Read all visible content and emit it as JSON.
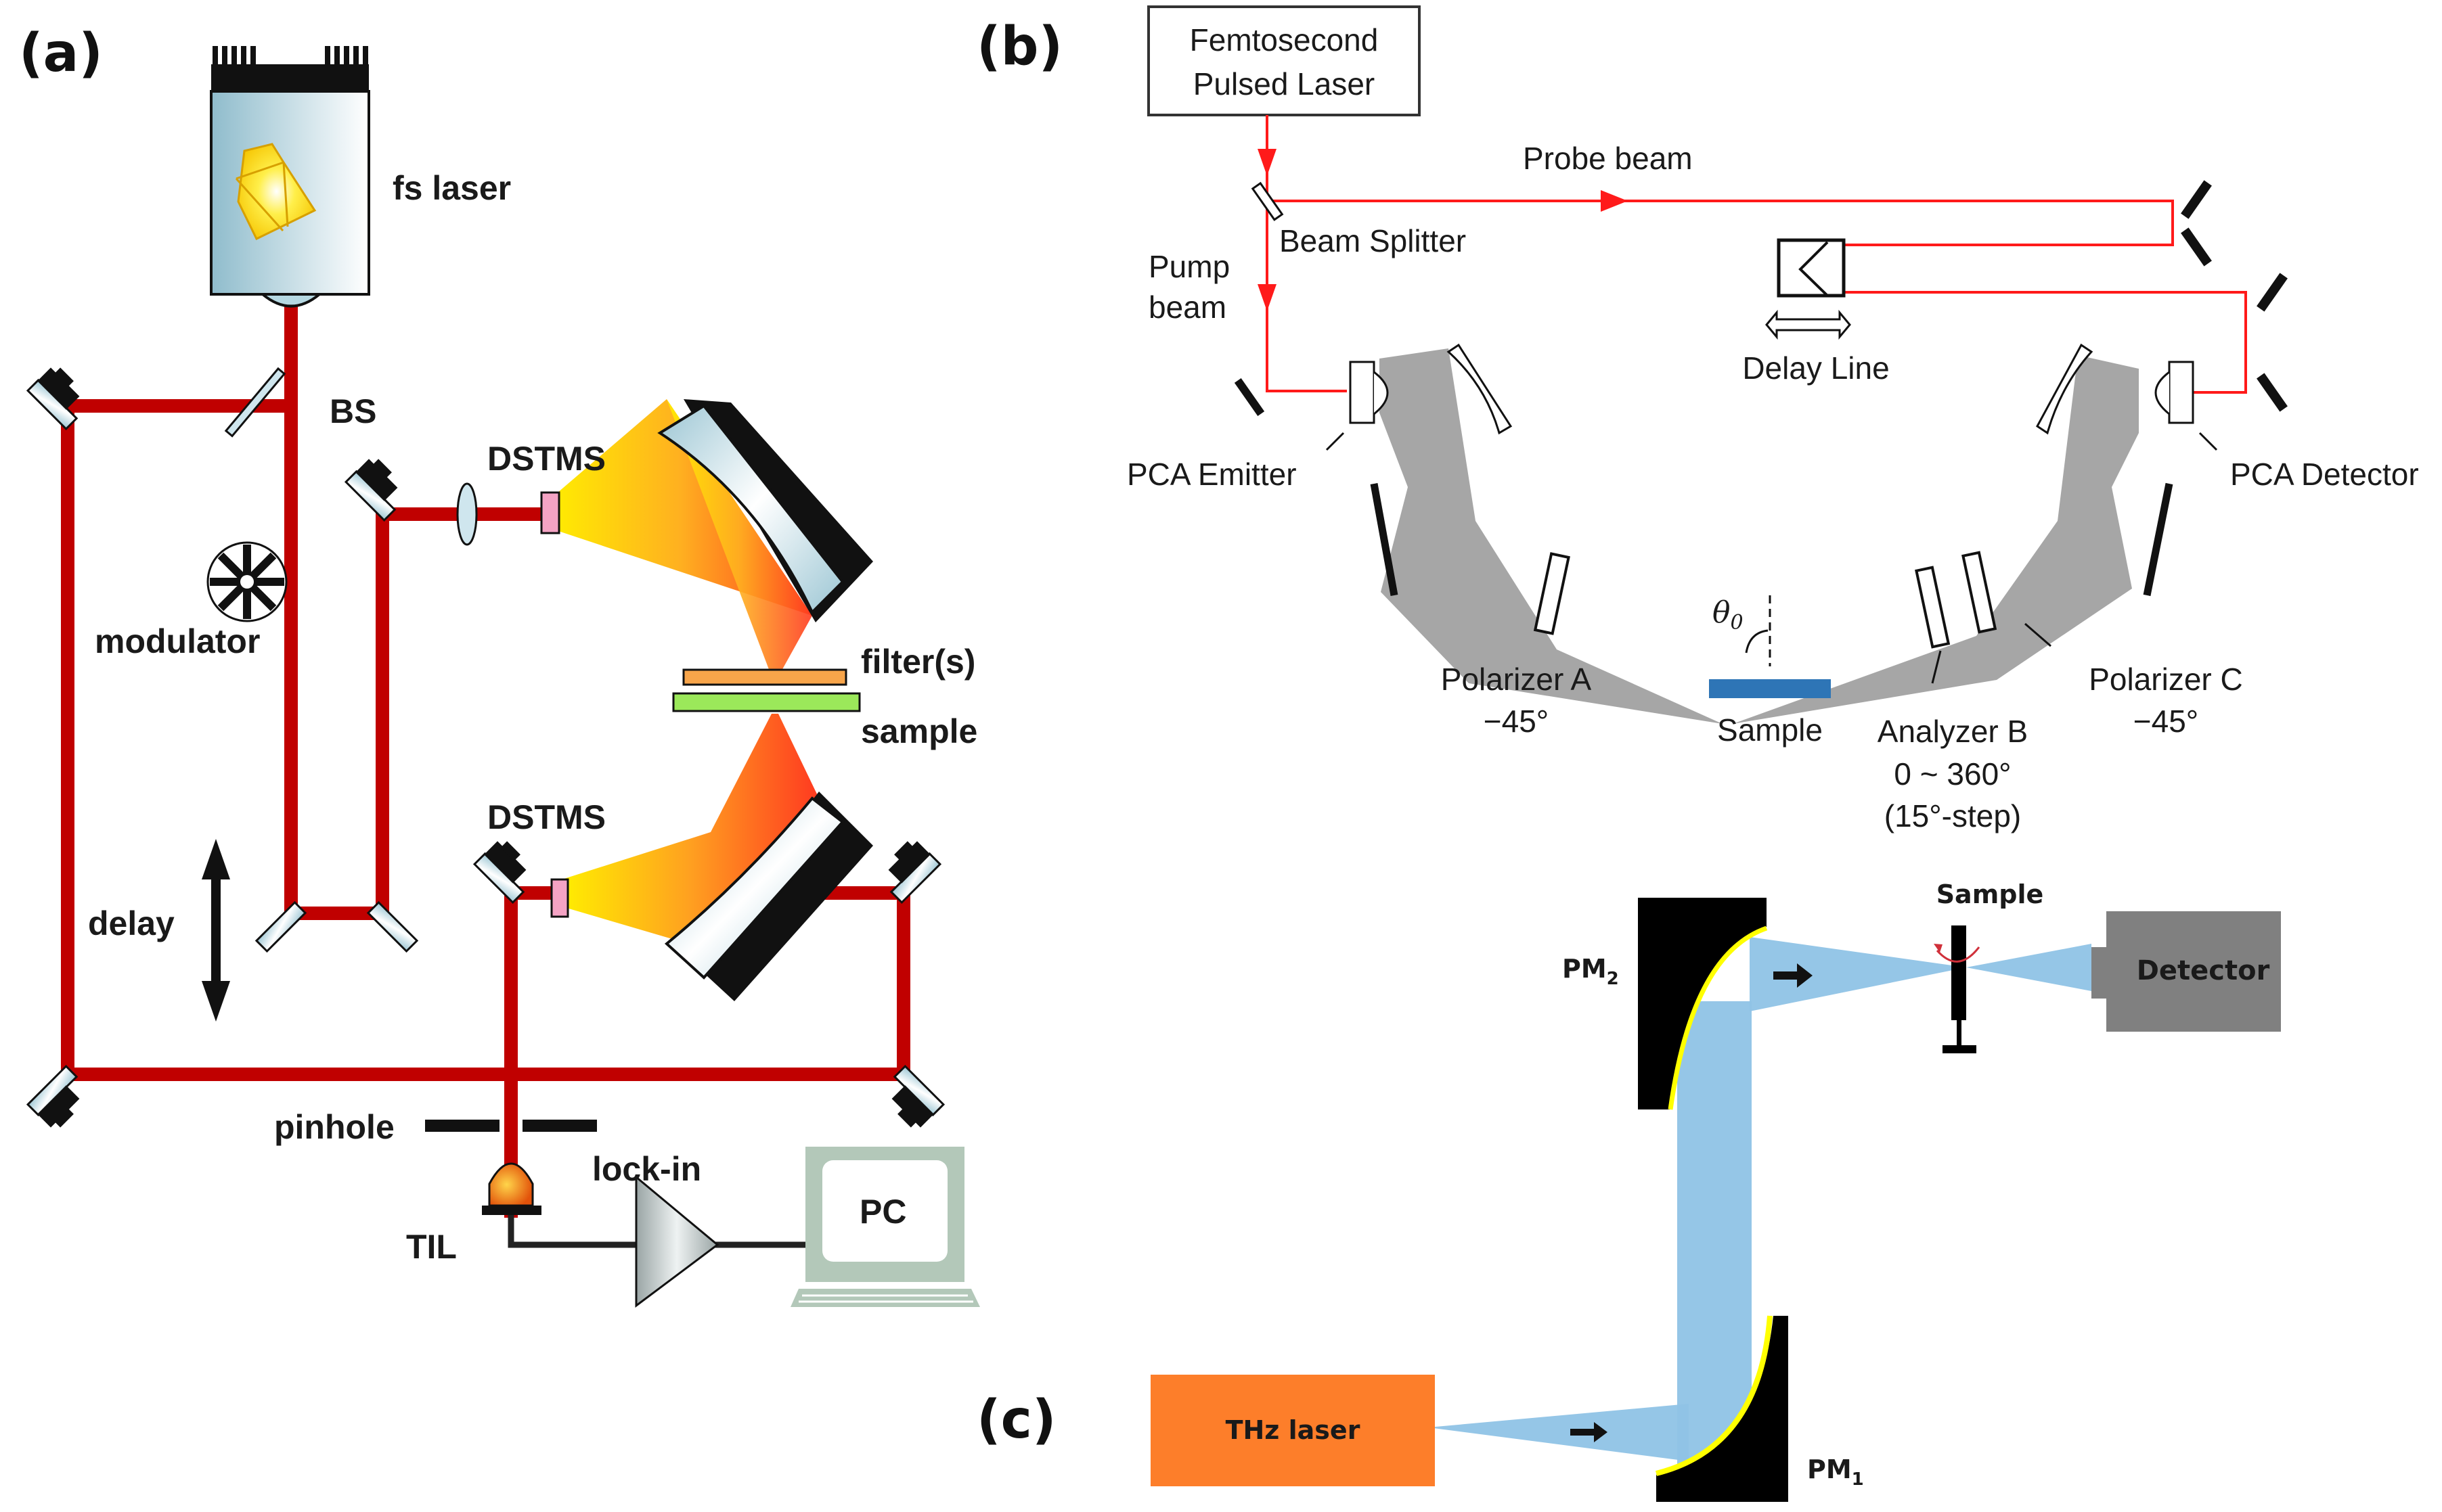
{
  "panels": {
    "a": {
      "label": "(a)",
      "components": {
        "fs_laser": "fs laser",
        "beam_splitter": "BS",
        "dstms_top": "DSTMS",
        "dstms_bottom": "DSTMS",
        "modulator": "modulator",
        "filters": "filter(s)",
        "sample": "sample",
        "delay": "delay",
        "pinhole": "pinhole",
        "til": "TIL",
        "lock_in": "lock-in",
        "pc": "PC"
      },
      "colors": {
        "beam": "#c00000",
        "thz_beam_start": "#ffe000",
        "thz_beam_end": "#ff3a20",
        "mirror_face": "#b9dbe6",
        "laser_body": "#9ec7d6"
      }
    },
    "b": {
      "label": "(b)",
      "laser_box": {
        "line1": "Femtosecond",
        "line2": "Pulsed Laser"
      },
      "probe_beam": "Probe beam",
      "beam_splitter": "Beam Splitter",
      "pump_beam": {
        "line1": "Pump",
        "line2": "beam"
      },
      "delay_line": "Delay Line",
      "pca_emitter": "PCA Emitter",
      "pca_detector": "PCA Detector",
      "polarizer_a": {
        "name": "Polarizer A",
        "angle": "−45°"
      },
      "sample": "Sample",
      "analyzer_b": {
        "name": "Analyzer B",
        "range": "0 ~ 360°",
        "step": "(15°-step)"
      },
      "polarizer_c": {
        "name": "Polarizer C",
        "angle": "−45°"
      },
      "incidence_angle": "θ",
      "incidence_angle_sub": "0",
      "colors": {
        "beam": "#ff1a1a",
        "thz_beam": "#a6a6a6",
        "sample": "#2e75b6"
      }
    },
    "c": {
      "label": "(c)",
      "thz_laser": "THz laser",
      "pm1": {
        "name": "PM",
        "sub": "1"
      },
      "pm2": {
        "name": "PM",
        "sub": "2"
      },
      "sample": "Sample",
      "detector": "Detector",
      "colors": {
        "laser": "#fd7e2a",
        "beam": "#8fc3e6",
        "mirror": "#000000",
        "mirror_coating": "#ffff00",
        "detector": "#808080",
        "rotation_arrow": "#d0303a"
      }
    }
  }
}
